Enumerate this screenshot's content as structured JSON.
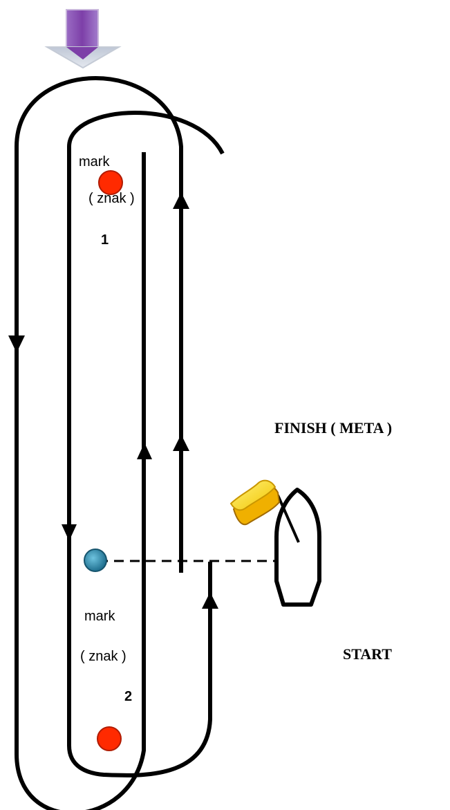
{
  "marks": {
    "mark1": {
      "label": "mark",
      "sublabel": "( znak )",
      "number": "1",
      "color": "#ff2a00"
    },
    "mark2": {
      "label": "mark",
      "sublabel": "( znak )",
      "number": "2",
      "color": "#ff2a00"
    },
    "start_buoy": {
      "color": "#2f8fb0"
    }
  },
  "finish_label": "FINISH ( META )",
  "start_label": "START",
  "colors": {
    "course_line": "#000000",
    "wind_arrow": "#8a4fb0",
    "flag": "#ffe84a"
  },
  "icons": [
    "wind-direction-arrow-icon",
    "committee-boat-icon",
    "flag-icon"
  ]
}
